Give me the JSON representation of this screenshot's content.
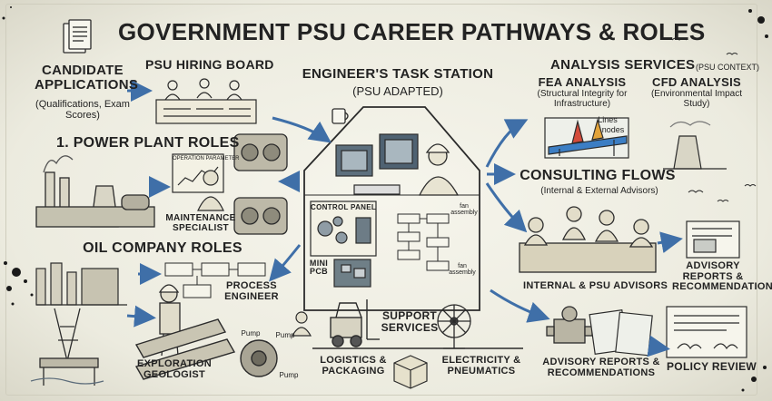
{
  "title": "GOVERNMENT PSU CAREER PATHWAYS & ROLES",
  "candidate": {
    "title": "CANDIDATE APPLICATIONS",
    "sub": "(Qualifications, Exam Scores)"
  },
  "hiring_board": {
    "title": "PSU HIRING BOARD"
  },
  "task_station": {
    "title": "ENGINEER'S TASK STATION",
    "sub": "(PSU ADAPTED)",
    "control_panel": "CONTROL PANEL",
    "pcb": "MINI PCB",
    "fan1": "fan assembly",
    "fan2": "fan assembly"
  },
  "power_plant": {
    "title": "1. POWER PLANT ROLES",
    "screen": "OPERATION PARAMETER",
    "specialist": "MAINTENANCE SPECIALIST"
  },
  "oil": {
    "title": "OIL COMPANY ROLES",
    "process": "PROCESS ENGINEER",
    "geologist": "EXPLORATION GEOLOGIST",
    "pump1": "Pump",
    "pump2": "Pump",
    "pump3": "Pump"
  },
  "analysis": {
    "title": "ANALYSIS SERVICES",
    "context": "(PSU CONTEXT)",
    "fea_title": "FEA ANALYSIS",
    "fea_sub": "(Structural Integrity for Infrastructure)",
    "fea_lines": "Lines",
    "fea_nodes": "nodes",
    "cfd_title": "CFD ANALYSIS",
    "cfd_sub": "(Environmental Impact Study)"
  },
  "consulting": {
    "title": "CONSULTING FLOWS",
    "sub": "(Internal & External Advisors)",
    "advisors": "INTERNAL & PSU ADVISORS",
    "reports": "ADVISORY REPORTS & RECOMMENDATIONS"
  },
  "support": {
    "title": "SUPPORT SERVICES",
    "logistics": "LOGISTICS & PACKAGING",
    "electricity": "ELECTRICITY & PNEUMATICS"
  },
  "bottom": {
    "reports": "ADVISORY REPORTS & RECOMMENDATIONS",
    "policy": "POLICY REVIEW"
  }
}
